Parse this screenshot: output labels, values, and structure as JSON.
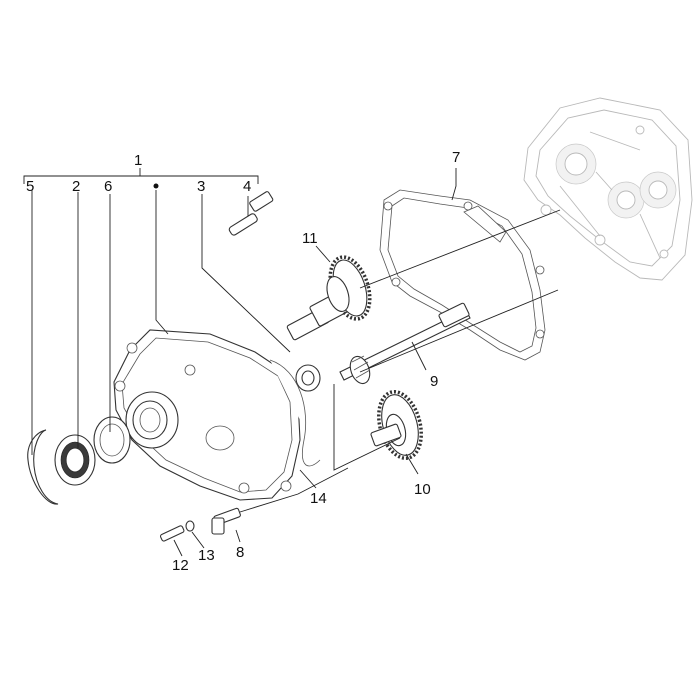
{
  "diagram": {
    "part_callouts": [
      {
        "id": "1",
        "text": "1"
      },
      {
        "id": "2",
        "text": "2"
      },
      {
        "id": "3",
        "text": "3"
      },
      {
        "id": "4",
        "text": "4"
      },
      {
        "id": "5",
        "text": "5"
      },
      {
        "id": "6",
        "text": "6"
      },
      {
        "id": "7",
        "text": "7"
      },
      {
        "id": "8",
        "text": "8"
      },
      {
        "id": "9",
        "text": "9"
      },
      {
        "id": "10",
        "text": "10"
      },
      {
        "id": "11",
        "text": "11"
      },
      {
        "id": "12",
        "text": "12"
      },
      {
        "id": "13",
        "text": "13"
      },
      {
        "id": "14",
        "text": "14"
      }
    ]
  }
}
